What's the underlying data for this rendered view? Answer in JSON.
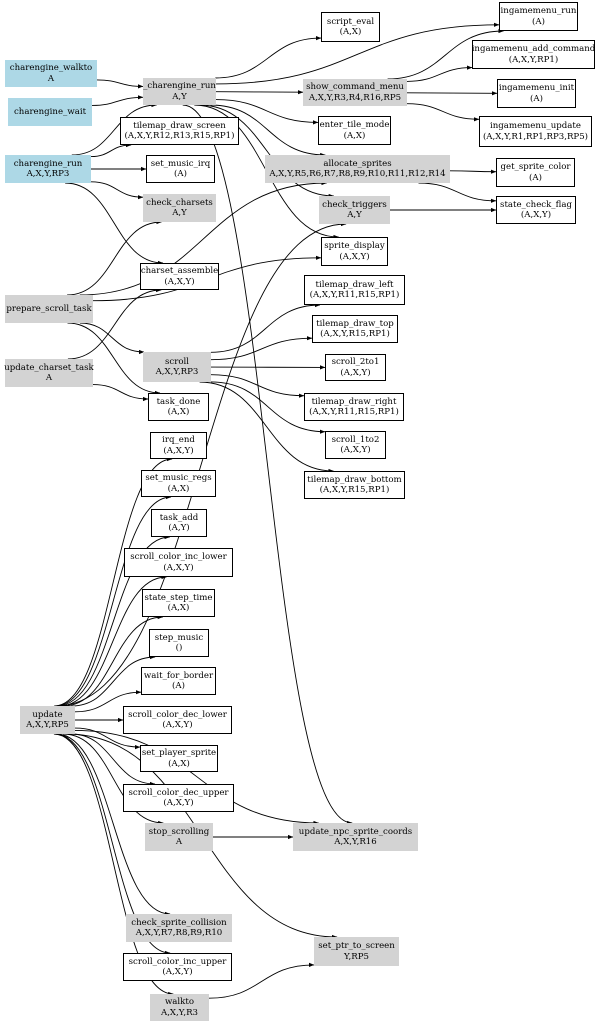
{
  "graph": {
    "colors": {
      "external": "#add8e6",
      "internal": "#d3d3d3",
      "default": "#ffffff",
      "edge": "#000000"
    },
    "nodes": [
      {
        "id": "charengine_walkto",
        "name": "charengine_walkto",
        "args": "A",
        "style": "external"
      },
      {
        "id": "charengine_wait",
        "name": "charengine_wait",
        "args": "",
        "style": "external"
      },
      {
        "id": "charengine_run",
        "name": "charengine_run",
        "args": "A,X,Y,RP3",
        "style": "external"
      },
      {
        "id": "_charengine_run",
        "name": "_charengine_run",
        "args": "A,Y",
        "style": "internal"
      },
      {
        "id": "script_eval",
        "name": "script_eval",
        "args": "(A,X)",
        "style": "default"
      },
      {
        "id": "show_command_menu",
        "name": "show_command_menu",
        "args": "A,X,Y,R3,R4,R16,RP5",
        "style": "internal"
      },
      {
        "id": "ingamemenu_run",
        "name": "ingamemenu_run",
        "args": "(A)",
        "style": "default"
      },
      {
        "id": "ingamemenu_add_command",
        "name": "ingamemenu_add_command",
        "args": "(A,X,Y,RP1)",
        "style": "default"
      },
      {
        "id": "ingamemenu_init",
        "name": "ingamemenu_init",
        "args": "(A)",
        "style": "default"
      },
      {
        "id": "ingamemenu_update",
        "name": "ingamemenu_update",
        "args": "(A,X,Y,R1,RP1,RP3,RP5)",
        "style": "default"
      },
      {
        "id": "enter_tile_mode",
        "name": "enter_tile_mode",
        "args": "(A,X)",
        "style": "default"
      },
      {
        "id": "tilemap_draw_screen",
        "name": "tilemap_draw_screen",
        "args": "(A,X,Y,R12,R13,R15,RP1)",
        "style": "default"
      },
      {
        "id": "set_music_irq",
        "name": "set_music_irq",
        "args": "(A)",
        "style": "default"
      },
      {
        "id": "check_charsets",
        "name": "check_charsets",
        "args": "A,Y",
        "style": "internal"
      },
      {
        "id": "allocate_sprites",
        "name": "allocate_sprites",
        "args": "A,X,Y,R5,R6,R7,R8,R9,R10,R11,R12,R14",
        "style": "internal"
      },
      {
        "id": "get_sprite_color",
        "name": "get_sprite_color",
        "args": "(A)",
        "style": "default"
      },
      {
        "id": "check_triggers",
        "name": "check_triggers",
        "args": "A,Y",
        "style": "internal"
      },
      {
        "id": "state_check_flag",
        "name": "state_check_flag",
        "args": "(A,X,Y)",
        "style": "default"
      },
      {
        "id": "sprite_display",
        "name": "sprite_display",
        "args": "(A,X,Y)",
        "style": "default"
      },
      {
        "id": "charset_assemble",
        "name": "charset_assemble",
        "args": "(A,X,Y)",
        "style": "default"
      },
      {
        "id": "prepare_scroll_task",
        "name": "prepare_scroll_task",
        "args": "",
        "style": "internal"
      },
      {
        "id": "tilemap_draw_left",
        "name": "tilemap_draw_left",
        "args": "(A,X,Y,R11,R15,RP1)",
        "style": "default"
      },
      {
        "id": "tilemap_draw_top",
        "name": "tilemap_draw_top",
        "args": "(A,X,Y,R15,RP1)",
        "style": "default"
      },
      {
        "id": "scroll_2to1",
        "name": "scroll_2to1",
        "args": "(A,X,Y)",
        "style": "default"
      },
      {
        "id": "scroll",
        "name": "scroll",
        "args": "A,X,Y,RP3",
        "style": "internal"
      },
      {
        "id": "update_charset_task",
        "name": "update_charset_task",
        "args": "A",
        "style": "internal"
      },
      {
        "id": "tilemap_draw_right",
        "name": "tilemap_draw_right",
        "args": "(A,X,Y,R11,R15,RP1)",
        "style": "default"
      },
      {
        "id": "task_done",
        "name": "task_done",
        "args": "(A,X)",
        "style": "default"
      },
      {
        "id": "scroll_1to2",
        "name": "scroll_1to2",
        "args": "(A,X,Y)",
        "style": "default"
      },
      {
        "id": "irq_end",
        "name": "irq_end",
        "args": "(A,X,Y)",
        "style": "default"
      },
      {
        "id": "tilemap_draw_bottom",
        "name": "tilemap_draw_bottom",
        "args": "(A,X,Y,R15,RP1)",
        "style": "default"
      },
      {
        "id": "set_music_regs",
        "name": "set_music_regs",
        "args": "(A,X)",
        "style": "default"
      },
      {
        "id": "task_add",
        "name": "task_add",
        "args": "(A,Y)",
        "style": "default"
      },
      {
        "id": "scroll_color_inc_lower",
        "name": "scroll_color_inc_lower",
        "args": "(A,X,Y)",
        "style": "default"
      },
      {
        "id": "state_step_time",
        "name": "state_step_time",
        "args": "(A,X)",
        "style": "default"
      },
      {
        "id": "step_music",
        "name": "step_music",
        "args": "()",
        "style": "default"
      },
      {
        "id": "wait_for_border",
        "name": "wait_for_border",
        "args": "(A)",
        "style": "default"
      },
      {
        "id": "update",
        "name": "update",
        "args": "A,X,Y,RP5",
        "style": "internal"
      },
      {
        "id": "scroll_color_dec_lower",
        "name": "scroll_color_dec_lower",
        "args": "(A,X,Y)",
        "style": "default"
      },
      {
        "id": "set_player_sprite",
        "name": "set_player_sprite",
        "args": "(A,X)",
        "style": "default"
      },
      {
        "id": "scroll_color_dec_upper",
        "name": "scroll_color_dec_upper",
        "args": "(A,X,Y)",
        "style": "default"
      },
      {
        "id": "stop_scrolling",
        "name": "stop_scrolling",
        "args": "A",
        "style": "internal"
      },
      {
        "id": "update_npc_sprite_coords",
        "name": "update_npc_sprite_coords",
        "args": "A,X,Y,R16",
        "style": "internal"
      },
      {
        "id": "check_sprite_collision",
        "name": "check_sprite_collision",
        "args": "A,X,Y,R7,R8,R9,R10",
        "style": "internal"
      },
      {
        "id": "set_ptr_to_screen",
        "name": "set_ptr_to_screen",
        "args": "Y,RP5",
        "style": "internal"
      },
      {
        "id": "scroll_color_inc_upper",
        "name": "scroll_color_inc_upper",
        "args": "(A,X,Y)",
        "style": "default"
      },
      {
        "id": "walkto",
        "name": "walkto",
        "args": "A,X,Y,R3",
        "style": "internal"
      }
    ],
    "edges": [
      [
        "charengine_walkto",
        "_charengine_run"
      ],
      [
        "charengine_wait",
        "_charengine_run"
      ],
      [
        "charengine_run",
        "_charengine_run"
      ],
      [
        "charengine_run",
        "tilemap_draw_screen"
      ],
      [
        "charengine_run",
        "set_music_irq"
      ],
      [
        "charengine_run",
        "check_charsets"
      ],
      [
        "charengine_run",
        "charset_assemble"
      ],
      [
        "_charengine_run",
        "script_eval"
      ],
      [
        "_charengine_run",
        "ingamemenu_run"
      ],
      [
        "_charengine_run",
        "show_command_menu"
      ],
      [
        "_charengine_run",
        "enter_tile_mode"
      ],
      [
        "_charengine_run",
        "allocate_sprites"
      ],
      [
        "_charengine_run",
        "check_triggers"
      ],
      [
        "_charengine_run",
        "sprite_display"
      ],
      [
        "_charengine_run",
        "update_npc_sprite_coords"
      ],
      [
        "show_command_menu",
        "ingamemenu_run"
      ],
      [
        "show_command_menu",
        "ingamemenu_add_command"
      ],
      [
        "show_command_menu",
        "ingamemenu_init"
      ],
      [
        "show_command_menu",
        "ingamemenu_update"
      ],
      [
        "allocate_sprites",
        "get_sprite_color"
      ],
      [
        "allocate_sprites",
        "state_check_flag"
      ],
      [
        "check_triggers",
        "state_check_flag"
      ],
      [
        "prepare_scroll_task",
        "check_charsets"
      ],
      [
        "prepare_scroll_task",
        "allocate_sprites"
      ],
      [
        "prepare_scroll_task",
        "sprite_display"
      ],
      [
        "prepare_scroll_task",
        "scroll"
      ],
      [
        "prepare_scroll_task",
        "task_done"
      ],
      [
        "update_charset_task",
        "charset_assemble"
      ],
      [
        "update_charset_task",
        "task_done"
      ],
      [
        "scroll",
        "tilemap_draw_left"
      ],
      [
        "scroll",
        "tilemap_draw_top"
      ],
      [
        "scroll",
        "scroll_2to1"
      ],
      [
        "scroll",
        "tilemap_draw_right"
      ],
      [
        "scroll",
        "scroll_1to2"
      ],
      [
        "scroll",
        "tilemap_draw_bottom"
      ],
      [
        "update",
        "check_triggers"
      ],
      [
        "update",
        "irq_end"
      ],
      [
        "update",
        "set_music_regs"
      ],
      [
        "update",
        "task_add"
      ],
      [
        "update",
        "scroll_color_inc_lower"
      ],
      [
        "update",
        "state_step_time"
      ],
      [
        "update",
        "step_music"
      ],
      [
        "update",
        "wait_for_border"
      ],
      [
        "update",
        "scroll_color_dec_lower"
      ],
      [
        "update",
        "set_player_sprite"
      ],
      [
        "update",
        "scroll_color_dec_upper"
      ],
      [
        "update",
        "stop_scrolling"
      ],
      [
        "update",
        "update_npc_sprite_coords"
      ],
      [
        "update",
        "check_sprite_collision"
      ],
      [
        "update",
        "set_ptr_to_screen"
      ],
      [
        "update",
        "scroll_color_inc_upper"
      ],
      [
        "update",
        "walkto"
      ],
      [
        "stop_scrolling",
        "update_npc_sprite_coords"
      ],
      [
        "walkto",
        "set_ptr_to_screen"
      ]
    ]
  }
}
